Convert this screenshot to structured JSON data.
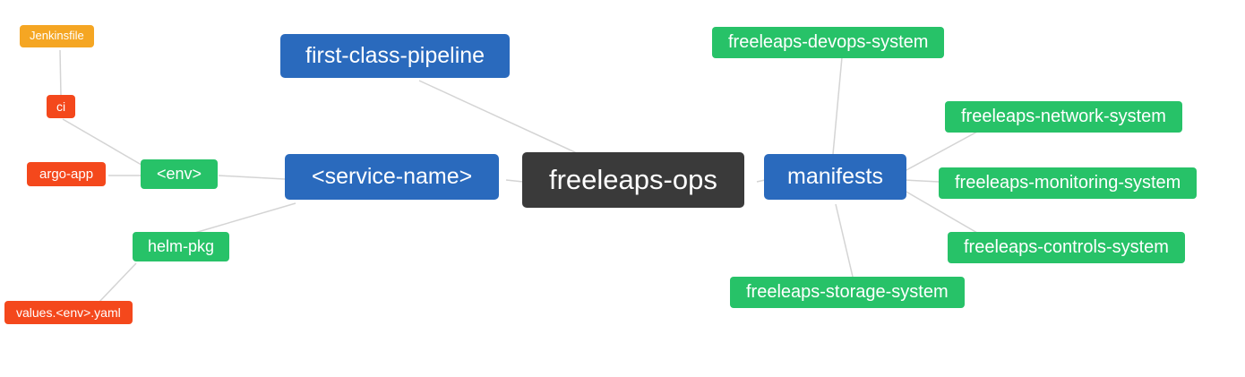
{
  "diagram": {
    "description": "freeleaps-ops repository structure mind map",
    "colors": {
      "blue": "#2a6abd",
      "green": "#27c268",
      "red": "#f4481c",
      "orange": "#f5a623",
      "dark": "#3a3a3a",
      "edge": "#d4d4d4"
    },
    "nodes": {
      "freeleaps_ops": {
        "label": "freeleaps-ops"
      },
      "first_class_pipeline": {
        "label": "first-class-pipeline"
      },
      "service_name": {
        "label": "<service-name>"
      },
      "manifests": {
        "label": "manifests"
      },
      "env": {
        "label": "<env>"
      },
      "helm_pkg": {
        "label": "helm-pkg"
      },
      "ci": {
        "label": "ci"
      },
      "argo_app": {
        "label": "argo-app"
      },
      "jenkinsfile": {
        "label": "Jenkinsfile"
      },
      "values_env_yaml": {
        "label": "values.<env>.yaml"
      },
      "devops_system": {
        "label": "freeleaps-devops-system"
      },
      "network_system": {
        "label": "freeleaps-network-system"
      },
      "monitoring_system": {
        "label": "freeleaps-monitoring-system"
      },
      "controls_system": {
        "label": "freeleaps-controls-system"
      },
      "storage_system": {
        "label": "freeleaps-storage-system"
      }
    }
  }
}
